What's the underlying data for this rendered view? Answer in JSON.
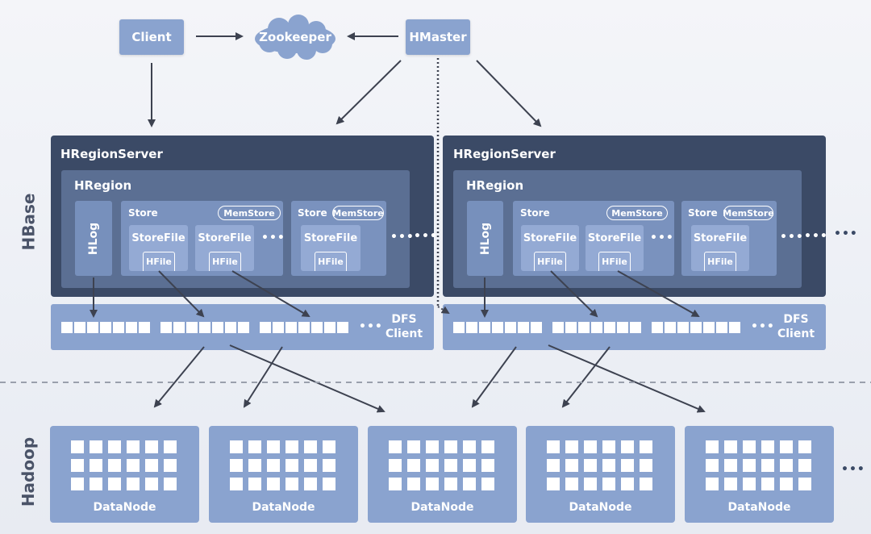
{
  "top": {
    "client": "Client",
    "zookeeper": "Zookeeper",
    "hmaster": "HMaster"
  },
  "layers": {
    "hbase": "HBase",
    "hadoop": "Hadoop"
  },
  "region_servers": [
    {
      "title": "HRegionServer",
      "region_title": "HRegion",
      "hlog": "HLog",
      "stores": [
        {
          "label": "Store",
          "memstore": "MemStore",
          "storefiles": [
            {
              "label": "StoreFile",
              "hfile": "HFile"
            },
            {
              "label": "StoreFile",
              "hfile": "HFile"
            }
          ],
          "more": "•••"
        },
        {
          "label": "Store",
          "memstore": "MemStore",
          "storefiles": [
            {
              "label": "StoreFile",
              "hfile": "HFile"
            }
          ],
          "more": ""
        }
      ],
      "store_more": "•••",
      "region_more": "•••",
      "dfs_client": "DFS\nClient",
      "dfs_line1": "DFS",
      "dfs_line2": "Client",
      "dfs_more": "•••"
    },
    {
      "title": "HRegionServer",
      "region_title": "HRegion",
      "hlog": "HLog",
      "stores": [
        {
          "label": "Store",
          "memstore": "MemStore",
          "storefiles": [
            {
              "label": "StoreFile",
              "hfile": "HFile"
            },
            {
              "label": "StoreFile",
              "hfile": "HFile"
            }
          ],
          "more": "•••"
        },
        {
          "label": "Store",
          "memstore": "MemStore",
          "storefiles": [
            {
              "label": "StoreFile",
              "hfile": "HFile"
            }
          ],
          "more": ""
        }
      ],
      "store_more": "•••",
      "region_more": "•••",
      "dfs_line1": "DFS",
      "dfs_line2": "Client",
      "dfs_more": "•••"
    }
  ],
  "server_more": "•••",
  "datanodes": [
    {
      "label": "DataNode"
    },
    {
      "label": "DataNode"
    },
    {
      "label": "DataNode"
    },
    {
      "label": "DataNode"
    },
    {
      "label": "DataNode"
    }
  ],
  "datanode_more": "•••",
  "colors": {
    "server_bg": "#3b4a66",
    "region_bg": "#5b6f93",
    "store_bg": "#7a92be",
    "light_box": "#8aa3cf",
    "arrow": "#3d4250"
  }
}
